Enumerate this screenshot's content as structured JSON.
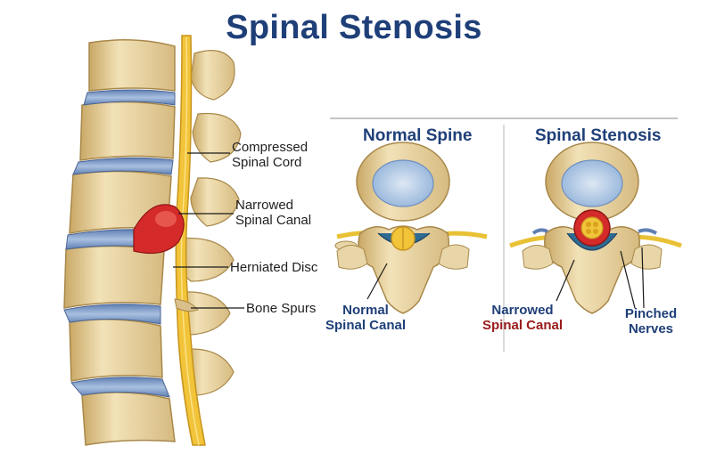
{
  "title": "Spinal Stenosis",
  "left_labels": {
    "compressed_cord": [
      "Compressed",
      "Spinal Cord"
    ],
    "narrowed_canal": [
      "Narrowed",
      "Spinal Canal"
    ],
    "herniated_disc": "Herniated Disc",
    "bone_spurs": "Bone Spurs"
  },
  "normal_panel": {
    "heading": "Normal Spine",
    "caption": [
      "Normal",
      "Spinal Canal"
    ]
  },
  "stenosis_panel": {
    "heading": "Spinal Stenosis",
    "caption_line1": "Narrowed",
    "caption_line2": "Spinal Canal",
    "nerves": [
      "Pinched",
      "Nerves"
    ]
  },
  "colors": {
    "title": "#1f3f78",
    "bone": "#e8d6a8",
    "bone_shadow": "#c4a76a",
    "disc": "#7d9cc9",
    "cord": "#f2c43a",
    "hernia": "#d42a2a",
    "label_red": "#9a1b1b"
  }
}
